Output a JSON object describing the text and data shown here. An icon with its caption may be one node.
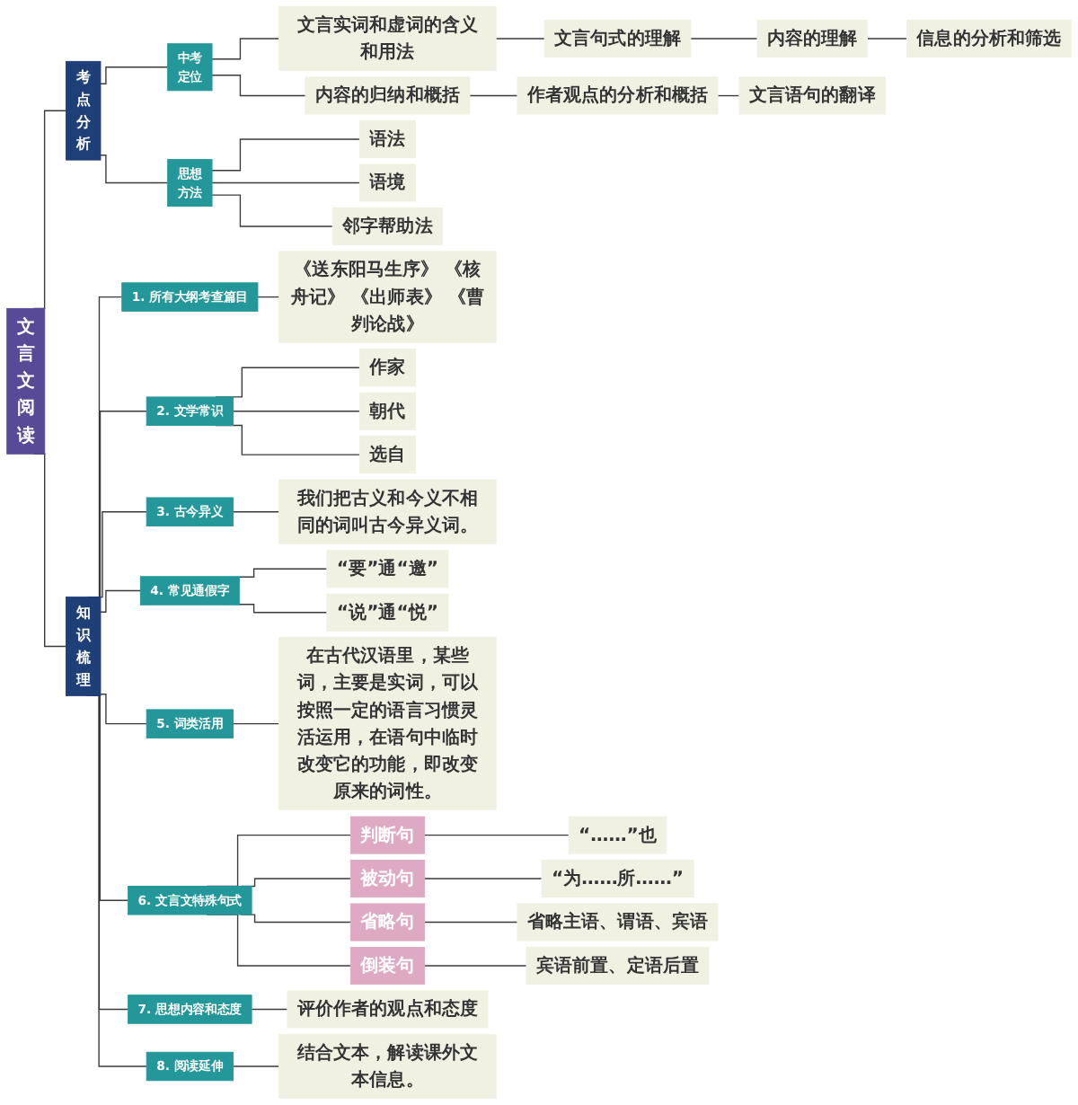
{
  "diagram": {
    "nodes": [
      {
        "text": [
          "文言文阅读"
        ]
      },
      {
        "text": [
          "考点分析"
        ]
      },
      {
        "text": [
          "中考定位"
        ]
      },
      {
        "text": [
          "文言实词和虚词的含义和用法"
        ]
      },
      {
        "text": [
          "文言句式的理解"
        ]
      },
      {
        "text": [
          "内容的理解"
        ]
      },
      {
        "text": [
          "信息的分析和筛选"
        ]
      },
      {
        "text": [
          "内容的归纳和概括"
        ]
      },
      {
        "text": [
          "作者观点的分析和概括"
        ]
      },
      {
        "text": [
          "文言语句的翻译"
        ]
      },
      {
        "text": [
          "思想方法"
        ]
      },
      {
        "text": [
          "语法"
        ]
      },
      {
        "text": [
          "语境"
        ]
      },
      {
        "text": [
          "邻字帮助法"
        ]
      },
      {
        "text": [
          "知识梳理"
        ]
      },
      {
        "text": [
          "1. 所有大纲考查篇目"
        ]
      },
      {
        "text": [
          "《送东阳马生序》 《核舟记》 《出师表》 《曹刿论战》"
        ]
      },
      {
        "text": [
          "2. 文学常识"
        ]
      },
      {
        "text": [
          "作家"
        ]
      },
      {
        "text": [
          "朝代"
        ]
      },
      {
        "text": [
          "选自"
        ]
      },
      {
        "text": [
          "3. 古今异义"
        ]
      },
      {
        "text": [
          "我们把古义和今义不相同的词叫古今异义词。"
        ]
      },
      {
        "text": [
          "4. 常见通假字"
        ]
      },
      {
        "text": [
          "“要”通“邀”"
        ]
      },
      {
        "text": [
          "“说”通“悦”"
        ]
      },
      {
        "text": [
          "5. 词类活用"
        ]
      },
      {
        "text": [
          "在古代汉语里，某些词，主要是实词，可以按照一定的语言习惯灵活运用，在语句中临时改变它的功能，即改变原来的词性。"
        ]
      },
      {
        "text": [
          "6. 文言文特殊句式"
        ]
      },
      {
        "text": [
          "判断句"
        ]
      },
      {
        "text": [
          "“……”也"
        ]
      },
      {
        "text": [
          "被动句"
        ]
      },
      {
        "text": [
          "“为……所……”"
        ]
      },
      {
        "text": [
          "省略句"
        ]
      },
      {
        "text": [
          "省略主语、谓语、宾语"
        ]
      },
      {
        "text": [
          "倒装句"
        ]
      },
      {
        "text": [
          "宾语前置、定语后置"
        ]
      },
      {
        "text": [
          "7. 思想内容和态度"
        ]
      },
      {
        "text": [
          "评价作者的观点和态度"
        ]
      },
      {
        "text": [
          "8. 阅读延伸"
        ]
      },
      {
        "text": [
          "结合文本，解读课外文本信息。"
        ]
      }
    ],
    "edges": [
      {
        "from": 0,
        "to": 1,
        "arrow": "none"
      },
      {
        "from": 0,
        "to": 14,
        "arrow": "none"
      },
      {
        "from": 1,
        "to": 2,
        "arrow": "none"
      },
      {
        "from": 1,
        "to": 10,
        "arrow": "none"
      },
      {
        "from": 2,
        "to": 3,
        "arrow": "none"
      },
      {
        "from": 3,
        "to": 4,
        "arrow": "none"
      },
      {
        "from": 4,
        "to": 5,
        "arrow": "none"
      },
      {
        "from": 5,
        "to": 6,
        "arrow": "none"
      },
      {
        "from": 2,
        "to": 7,
        "arrow": "none"
      },
      {
        "from": 7,
        "to": 8,
        "arrow": "none"
      },
      {
        "from": 8,
        "to": 9,
        "arrow": "none"
      },
      {
        "from": 10,
        "to": 11,
        "arrow": "none"
      },
      {
        "from": 10,
        "to": 12,
        "arrow": "none"
      },
      {
        "from": 10,
        "to": 13,
        "arrow": "none"
      },
      {
        "from": 14,
        "to": 15,
        "arrow": "none"
      },
      {
        "from": 15,
        "to": 16,
        "arrow": "none"
      },
      {
        "from": 14,
        "to": 17,
        "arrow": "none"
      },
      {
        "from": 17,
        "to": 18,
        "arrow": "none"
      },
      {
        "from": 17,
        "to": 19,
        "arrow": "none"
      },
      {
        "from": 17,
        "to": 20,
        "arrow": "none"
      },
      {
        "from": 14,
        "to": 21,
        "arrow": "none"
      },
      {
        "from": 21,
        "to": 22,
        "arrow": "none"
      },
      {
        "from": 14,
        "to": 23,
        "arrow": "none"
      },
      {
        "from": 23,
        "to": 24,
        "arrow": "none"
      },
      {
        "from": 23,
        "to": 25,
        "arrow": "none"
      },
      {
        "from": 14,
        "to": 26,
        "arrow": "none"
      },
      {
        "from": 26,
        "to": 27,
        "arrow": "none"
      },
      {
        "from": 14,
        "to": 28,
        "arrow": "none"
      },
      {
        "from": 28,
        "to": 29,
        "arrow": "none"
      },
      {
        "from": 29,
        "to": 30,
        "arrow": "none"
      },
      {
        "from": 28,
        "to": 31,
        "arrow": "none"
      },
      {
        "from": 31,
        "to": 32,
        "arrow": "none"
      },
      {
        "from": 28,
        "to": 33,
        "arrow": "none"
      },
      {
        "from": 33,
        "to": 34,
        "arrow": "none"
      },
      {
        "from": 28,
        "to": 35,
        "arrow": "none"
      },
      {
        "from": 35,
        "to": 36,
        "arrow": "none"
      },
      {
        "from": 14,
        "to": 37,
        "arrow": "none"
      },
      {
        "from": 37,
        "to": 38,
        "arrow": "none"
      },
      {
        "from": 14,
        "to": 39,
        "arrow": "none"
      },
      {
        "from": 39,
        "to": 40,
        "arrow": "none"
      }
    ]
  }
}
